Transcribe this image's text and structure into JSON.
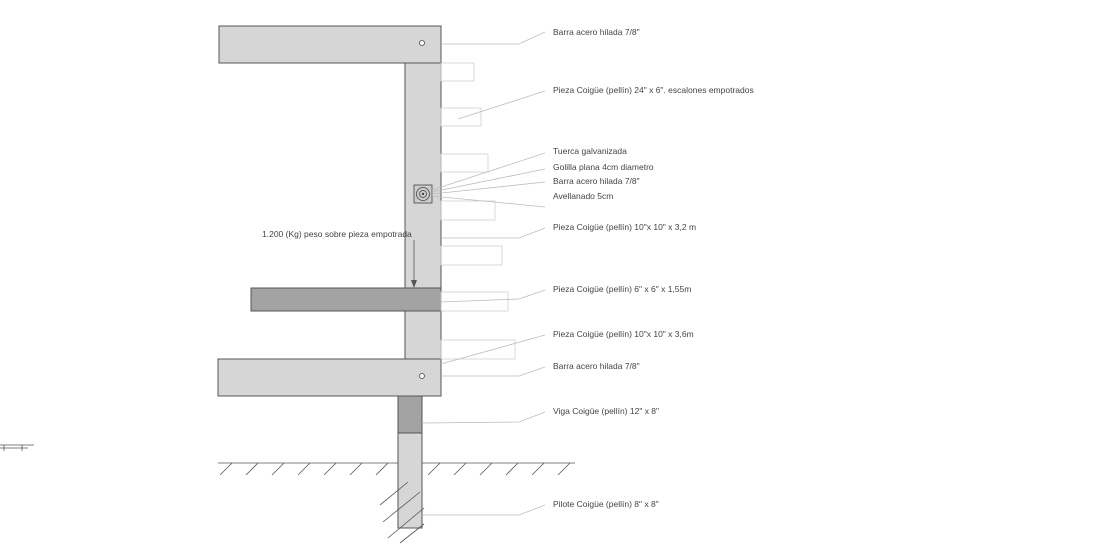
{
  "colors": {
    "light_timber": "#d6d6d6",
    "dark_timber": "#a3a3a3",
    "outline": "#555555",
    "leader": "#bdbdbd",
    "text": "#444444"
  },
  "labels": {
    "bar_top": "Barra acero hilada 7/8\"",
    "piece_steps": "Pieza Coigüe (pellín) 24\" x 6\". escalones empotrados",
    "nut": "Tuerca galvanizada",
    "washer": "Golilla plana 4cm diametro",
    "bar_mid": "Barra acero hilada 7/8\"",
    "countersink": "Avellanado 5cm",
    "piece_upper": "Pieza Coigüe (pellín) 10\"x 10\" x 3,2 m",
    "piece_crossbar": "Pieza Coigüe (pellín) 6\" x 6\" x 1,55m",
    "piece_lower": "Pieza Coigüe (pellín) 10\"x 10\" x 3,6m",
    "bar_bottom": "Barra acero hilada 7/8\"",
    "beam": "Viga Coigüe (pellín) 12\" x 8\"",
    "pile": "Pilote Coigüe (pellín) 8\" x 8\""
  },
  "load_annotation": "1.200 (Kg)  peso sobre pieza empotrada"
}
